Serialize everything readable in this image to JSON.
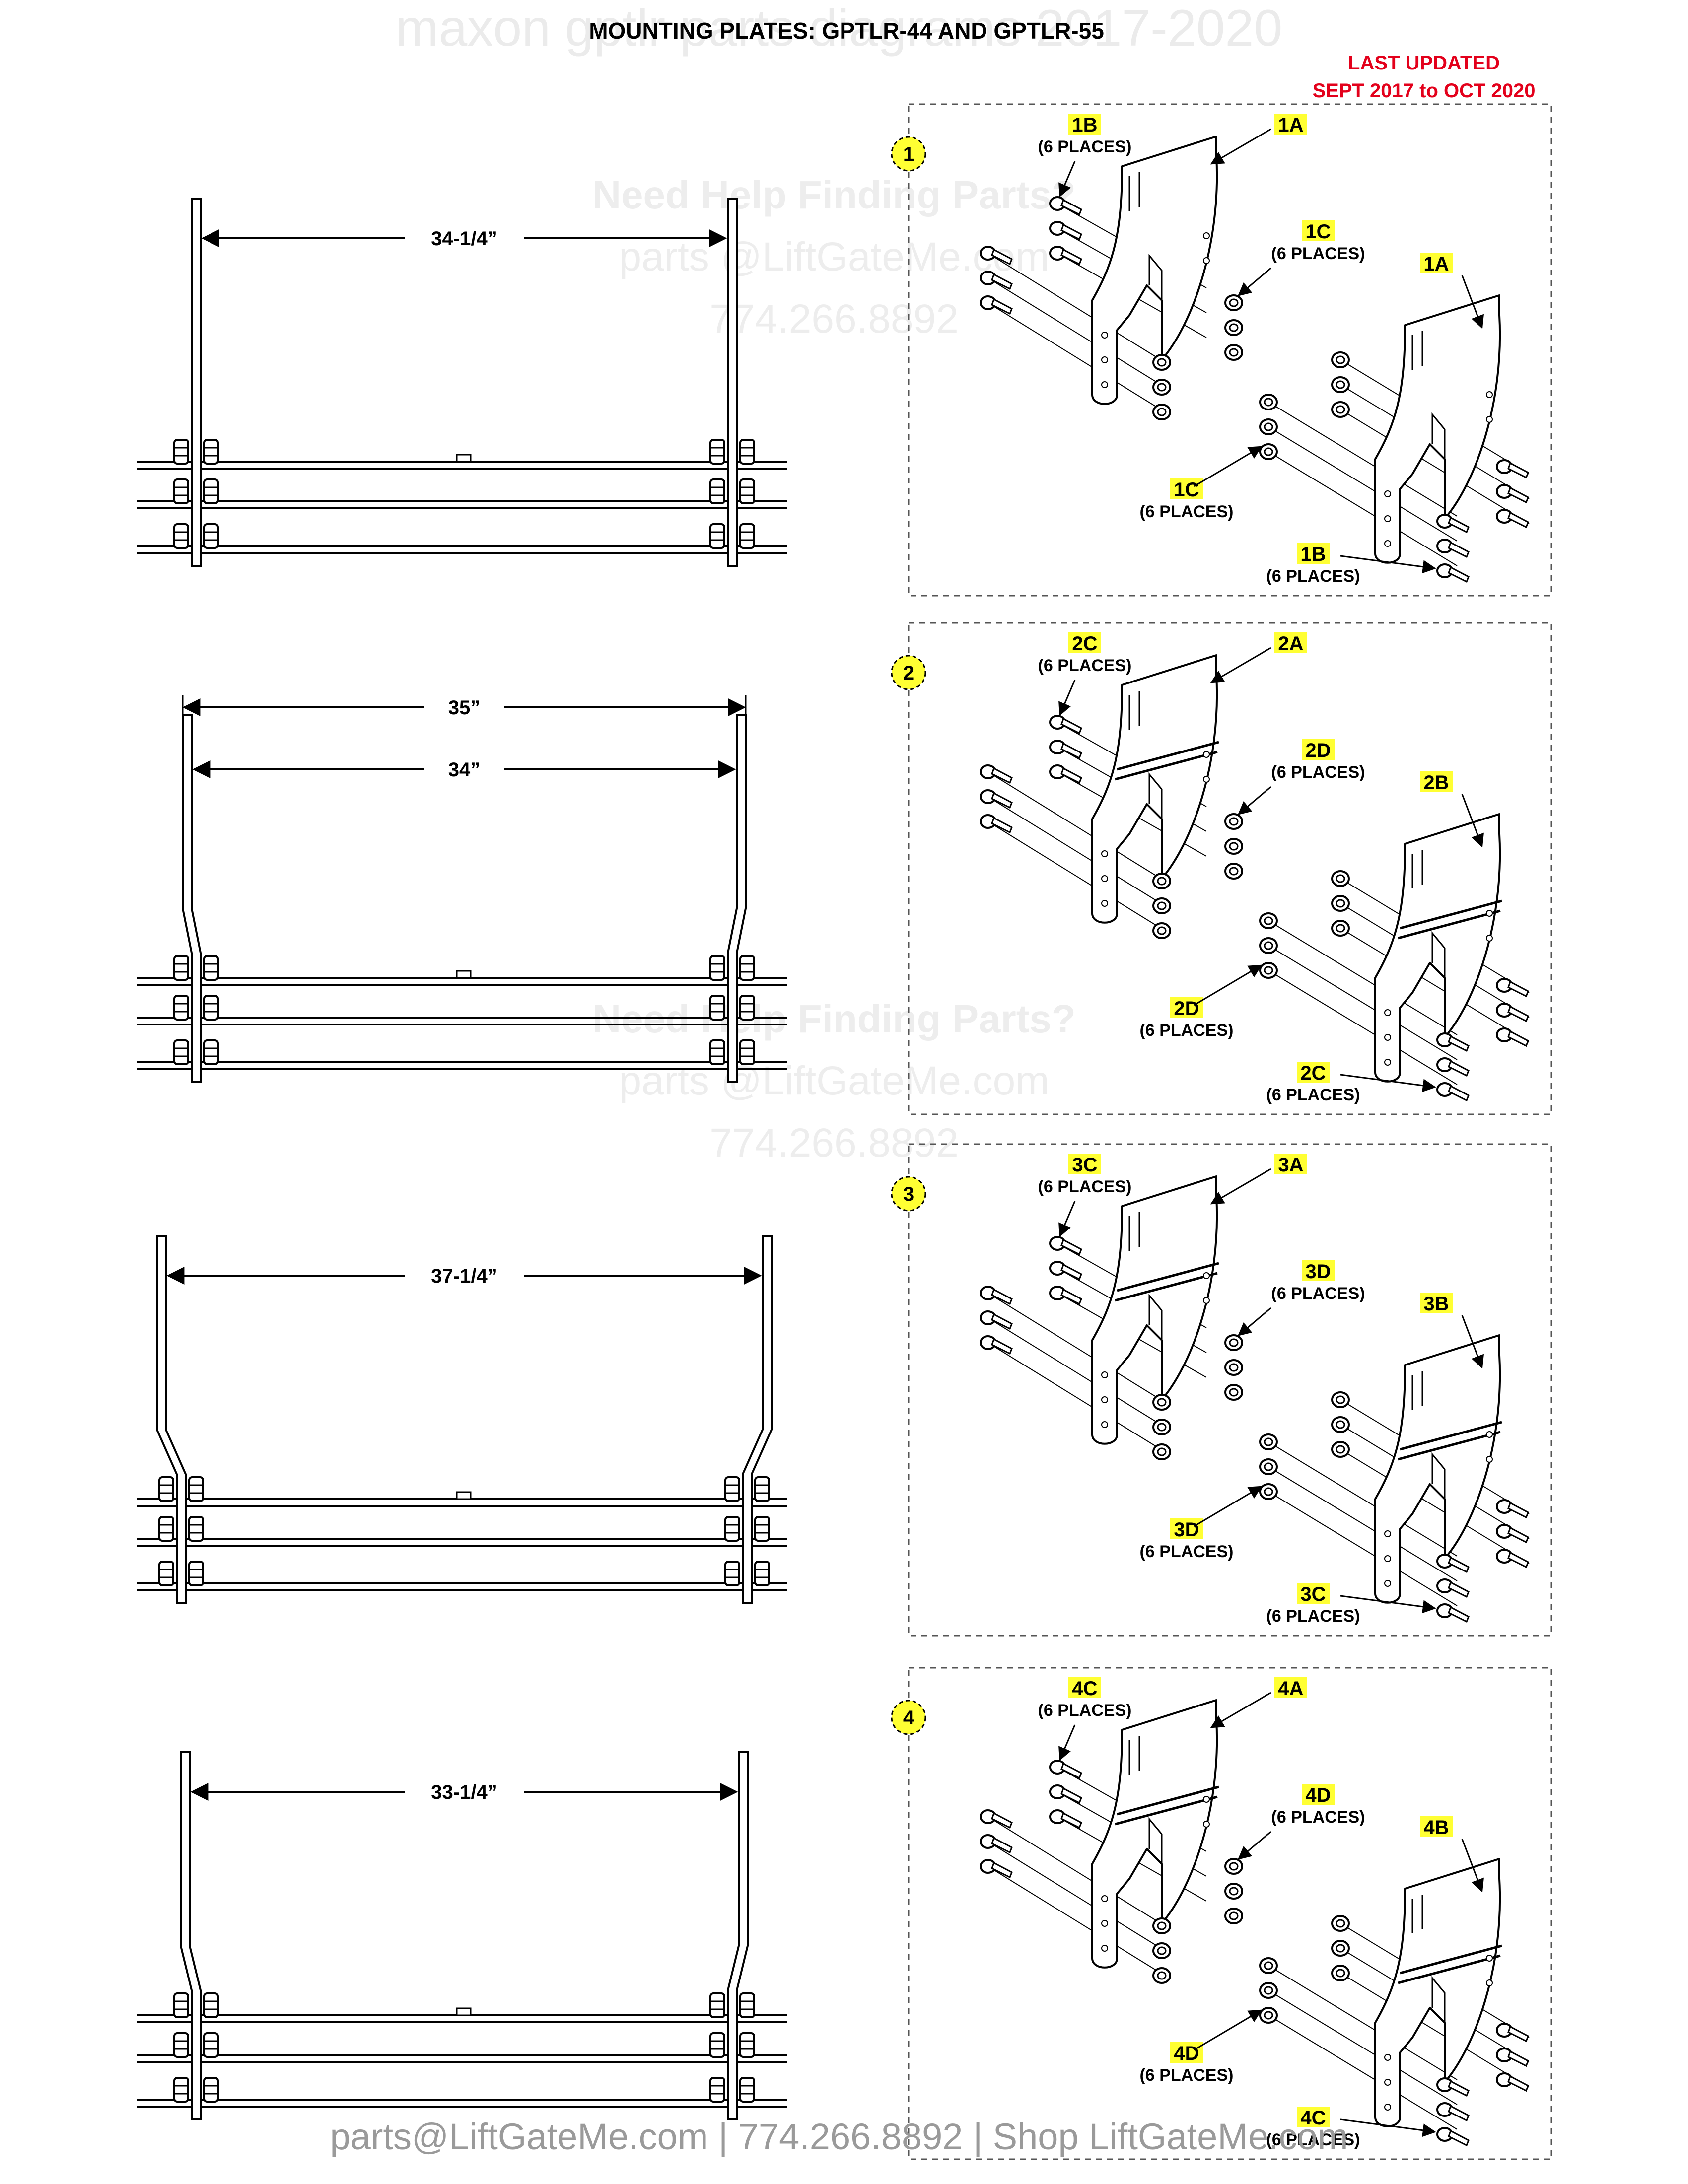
{
  "title": "MOUNTING PLATES: GPTLR-44 AND GPTLR-55",
  "watermark_title": "maxon gptlr parts diagrams 2017-2020",
  "updated": {
    "line1": "LAST UPDATED",
    "line2": "SEPT 2017 to OCT 2020"
  },
  "watermarks": [
    {
      "help": "Need Help Finding Parts?",
      "email": "parts @LiftGateMe.com",
      "phone": "774.266.8892"
    },
    {
      "help": "Need Help Finding Parts?",
      "email": "parts @LiftGateMe.com",
      "phone": "774.266.8892"
    }
  ],
  "footer": "parts@LiftGateMe.com | 774.266.8892 | Shop LiftGateMe.com",
  "places": "(6 PLACES)",
  "colors": {
    "accent_yellow": "#ffff33",
    "updated_red": "#e3001b",
    "line": "#000000"
  },
  "sections": [
    {
      "number": "1",
      "dims": [
        "34-1/4”"
      ],
      "labels": {
        "plate_top": "1A",
        "plate_bottom": "1A",
        "bolt_top": "1B",
        "nut_top": "1C",
        "nut_bottom": "1C",
        "bolt_bottom": "1B"
      }
    },
    {
      "number": "2",
      "dims": [
        "35”",
        "34”"
      ],
      "labels": {
        "plate_top": "2A",
        "plate_bottom": "2B",
        "bolt_top": "2C",
        "nut_top": "2D",
        "nut_bottom": "2D",
        "bolt_bottom": "2C"
      }
    },
    {
      "number": "3",
      "dims": [
        "37-1/4”"
      ],
      "labels": {
        "plate_top": "3A",
        "plate_bottom": "3B",
        "bolt_top": "3C",
        "nut_top": "3D",
        "nut_bottom": "3D",
        "bolt_bottom": "3C"
      }
    },
    {
      "number": "4",
      "dims": [
        "33-1/4”"
      ],
      "labels": {
        "plate_top": "4A",
        "plate_bottom": "4B",
        "bolt_top": "4C",
        "nut_top": "4D",
        "nut_bottom": "4D",
        "bolt_bottom": "4C"
      }
    }
  ]
}
